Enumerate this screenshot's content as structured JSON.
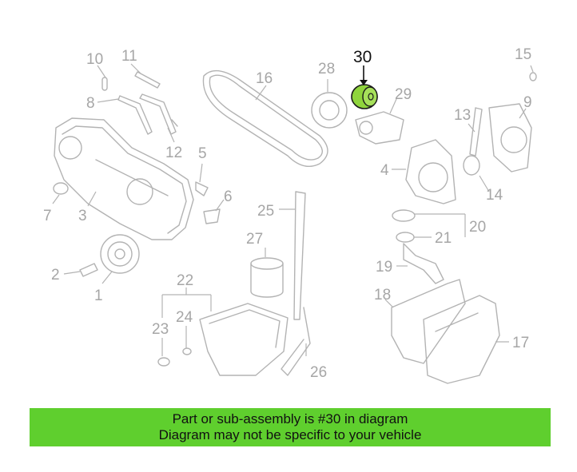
{
  "diagram": {
    "highlighted_part": "30",
    "highlight_color": "#8fd43c",
    "callouts": [
      "1",
      "2",
      "3",
      "4",
      "5",
      "6",
      "7",
      "8",
      "9",
      "10",
      "11",
      "12",
      "13",
      "14",
      "15",
      "16",
      "17",
      "18",
      "19",
      "20",
      "21",
      "22",
      "23",
      "24",
      "25",
      "26",
      "27",
      "28",
      "29",
      "30"
    ]
  },
  "banner": {
    "line1": "Part or sub-assembly is #30 in diagram",
    "line2": "Diagram may not be specific to your vehicle",
    "color": "#5fcf2e"
  }
}
